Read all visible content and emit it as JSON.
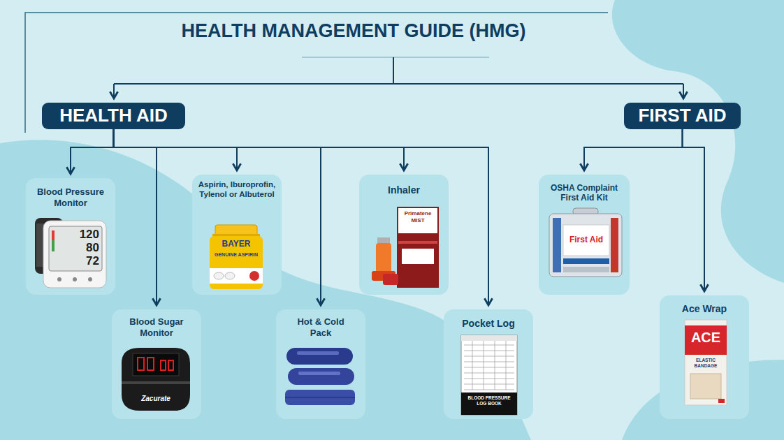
{
  "diagram": {
    "title": "HEALTH MANAGEMENT GUIDE (HMG)",
    "nodes": [
      {
        "text": [
          "HEALTH AID"
        ]
      },
      {
        "text": [
          "FIRST AID"
        ]
      },
      {
        "text": [
          "Blood Pressure Monitor"
        ]
      },
      {
        "text": [
          "Blood Sugar Monitor"
        ]
      },
      {
        "text": [
          "Aspirin, Iburoprofin, Tylenol or Albuterol"
        ]
      },
      {
        "text": [
          "Hot & Cold Pack"
        ]
      },
      {
        "text": [
          "Inhaler"
        ]
      },
      {
        "text": [
          "Pocket Log"
        ]
      },
      {
        "text": [
          "OSHA Complaint First Aid Kit"
        ]
      },
      {
        "text": [
          "Ace Wrap"
        ]
      }
    ],
    "edges": [
      {
        "from": 0,
        "to": 2,
        "arrow": "to"
      },
      {
        "from": 0,
        "to": 3,
        "arrow": "to"
      },
      {
        "from": 0,
        "to": 4,
        "arrow": "to"
      },
      {
        "from": 0,
        "to": 5,
        "arrow": "to"
      },
      {
        "from": 0,
        "to": 6,
        "arrow": "to"
      },
      {
        "from": 0,
        "to": 7,
        "arrow": "to"
      },
      {
        "from": 1,
        "to": 8,
        "arrow": "to"
      },
      {
        "from": 1,
        "to": 9,
        "arrow": "to"
      }
    ],
    "labels": [
      "120",
      "80",
      "72",
      "Zacurate",
      "BAYER",
      "GENUINE ASPIRIN",
      "Primatene MIST",
      "BLOOD PRESSURE LOG BOOK",
      "First Aid",
      "ACE",
      "ELASTIC BANDAGE"
    ]
  }
}
